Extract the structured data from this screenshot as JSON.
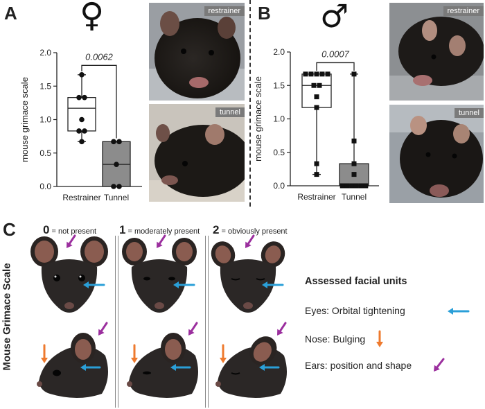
{
  "panels": {
    "a": {
      "letter": "A",
      "symbol": "♀",
      "p_value": "0.0062"
    },
    "b": {
      "letter": "B",
      "symbol": "♂",
      "p_value": "0.0007"
    },
    "c": {
      "letter": "C"
    }
  },
  "photos": {
    "a_top": "restrainer",
    "a_bottom": "tunnel",
    "b_top": "restrainer",
    "b_bottom": "tunnel"
  },
  "chart_data": [
    {
      "type": "box",
      "panel": "A",
      "ylabel": "mouse grimace scale",
      "ylim": [
        0,
        2.0
      ],
      "yticks": [
        "0.0",
        "0.5",
        "1.0",
        "1.5",
        "2.0"
      ],
      "categories": [
        "Restrainer",
        "Tunnel"
      ],
      "boxes": [
        {
          "category": "Restrainer",
          "min": 0.67,
          "q1": 0.83,
          "median": 1.17,
          "q3": 1.33,
          "max": 1.67,
          "fill": "#ffffff",
          "points": [
            1.67,
            1.33,
            1.33,
            1.0,
            0.83,
            0.83,
            0.67
          ]
        },
        {
          "category": "Tunnel",
          "min": 0.0,
          "q1": 0.0,
          "median": 0.33,
          "q3": 0.67,
          "max": 0.67,
          "fill": "#8c8c8c",
          "points": [
            0.67,
            0.67,
            0.33,
            0.0,
            0.0
          ]
        }
      ],
      "marker": "circle",
      "significance": "0.0062"
    },
    {
      "type": "box",
      "panel": "B",
      "ylabel": "mouse grimace scale",
      "ylim": [
        0,
        2.0
      ],
      "yticks": [
        "0.0",
        "0.5",
        "1.0",
        "1.5",
        "2.0"
      ],
      "categories": [
        "Restrainer",
        "Tunnel"
      ],
      "boxes": [
        {
          "category": "Restrainer",
          "min": 0.17,
          "q1": 1.17,
          "median": 1.5,
          "q3": 1.67,
          "max": 1.67,
          "fill": "#ffffff",
          "points": [
            1.67,
            1.67,
            1.67,
            1.67,
            1.67,
            1.5,
            1.5,
            1.33,
            1.17,
            0.33,
            0.17
          ]
        },
        {
          "category": "Tunnel",
          "min": 0.0,
          "q1": 0.0,
          "median": 0.0,
          "q3": 0.33,
          "max": 1.67,
          "fill": "#8c8c8c",
          "points": [
            1.67,
            0.67,
            0.33,
            0.17,
            0.0,
            0.0,
            0.0,
            0.0,
            0.0,
            0.0
          ]
        }
      ],
      "marker": "square",
      "significance": "0.0007"
    }
  ],
  "grimace": {
    "side_label": "Mouse Grimace Scale",
    "scores": [
      {
        "num": "0",
        "text": " = not present"
      },
      {
        "num": "1",
        "text": " = moderately present"
      },
      {
        "num": "2",
        "text": " = obviously present"
      }
    ]
  },
  "legend": {
    "title": "Assessed facial units",
    "items": [
      {
        "text": "Eyes: Orbital tightening",
        "arrow": "left",
        "color": "#2a9fd8"
      },
      {
        "text": "Nose: Bulging",
        "arrow": "down",
        "color": "#ee7a2e"
      },
      {
        "text": "Ears: position and shape",
        "arrow": "down-left",
        "color": "#9b2f9e"
      }
    ]
  },
  "colors": {
    "eye_arrow": "#2a9fd8",
    "nose_arrow": "#ee7a2e",
    "ear_arrow": "#9b2f9e",
    "tag_bg": "#7a7a7a"
  }
}
